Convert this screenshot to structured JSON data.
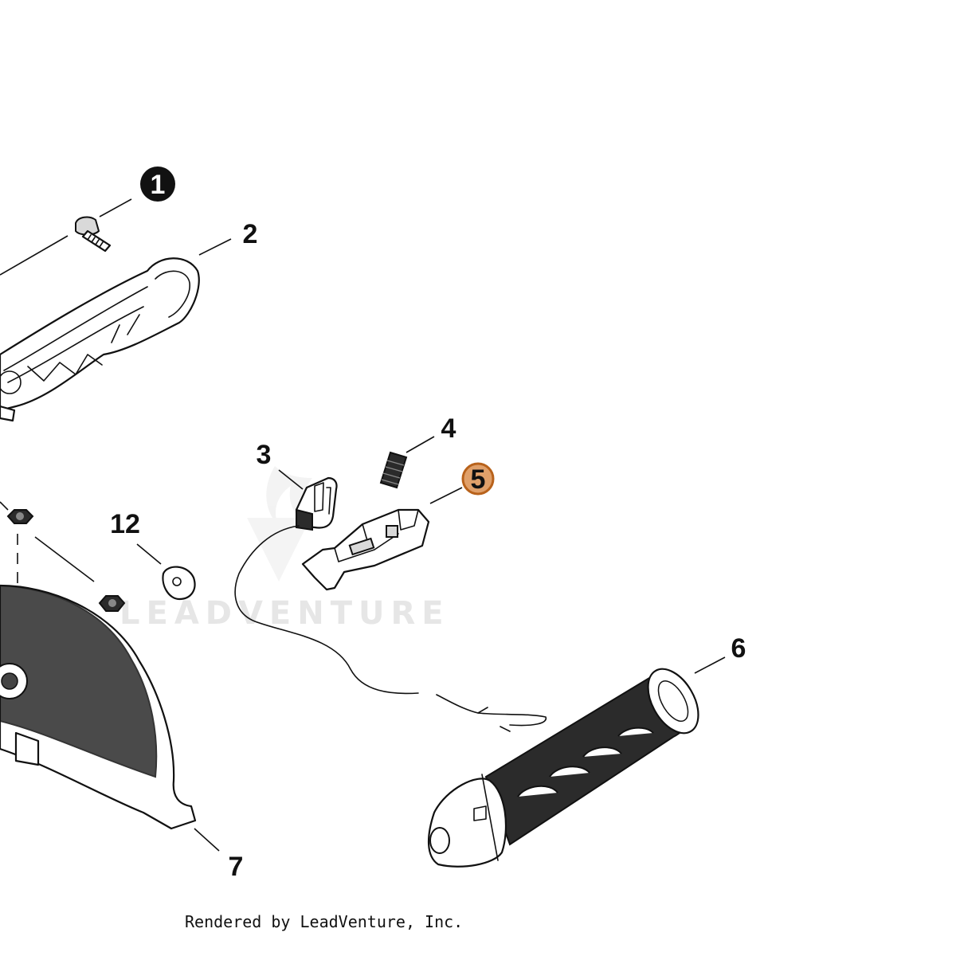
{
  "callouts": {
    "c1": "1",
    "c2": "2",
    "c3": "3",
    "c4": "4",
    "c5": "5",
    "c6": "6",
    "c7": "7",
    "c12": "12"
  },
  "watermark": "LEADVENTURE",
  "credit": "Rendered by LeadVenture, Inc.",
  "colors": {
    "highlight_fill": "#E0A06A",
    "highlight_stroke": "#B8621B",
    "callout_filled": "#111111",
    "watermark": "#E6E6E6"
  }
}
